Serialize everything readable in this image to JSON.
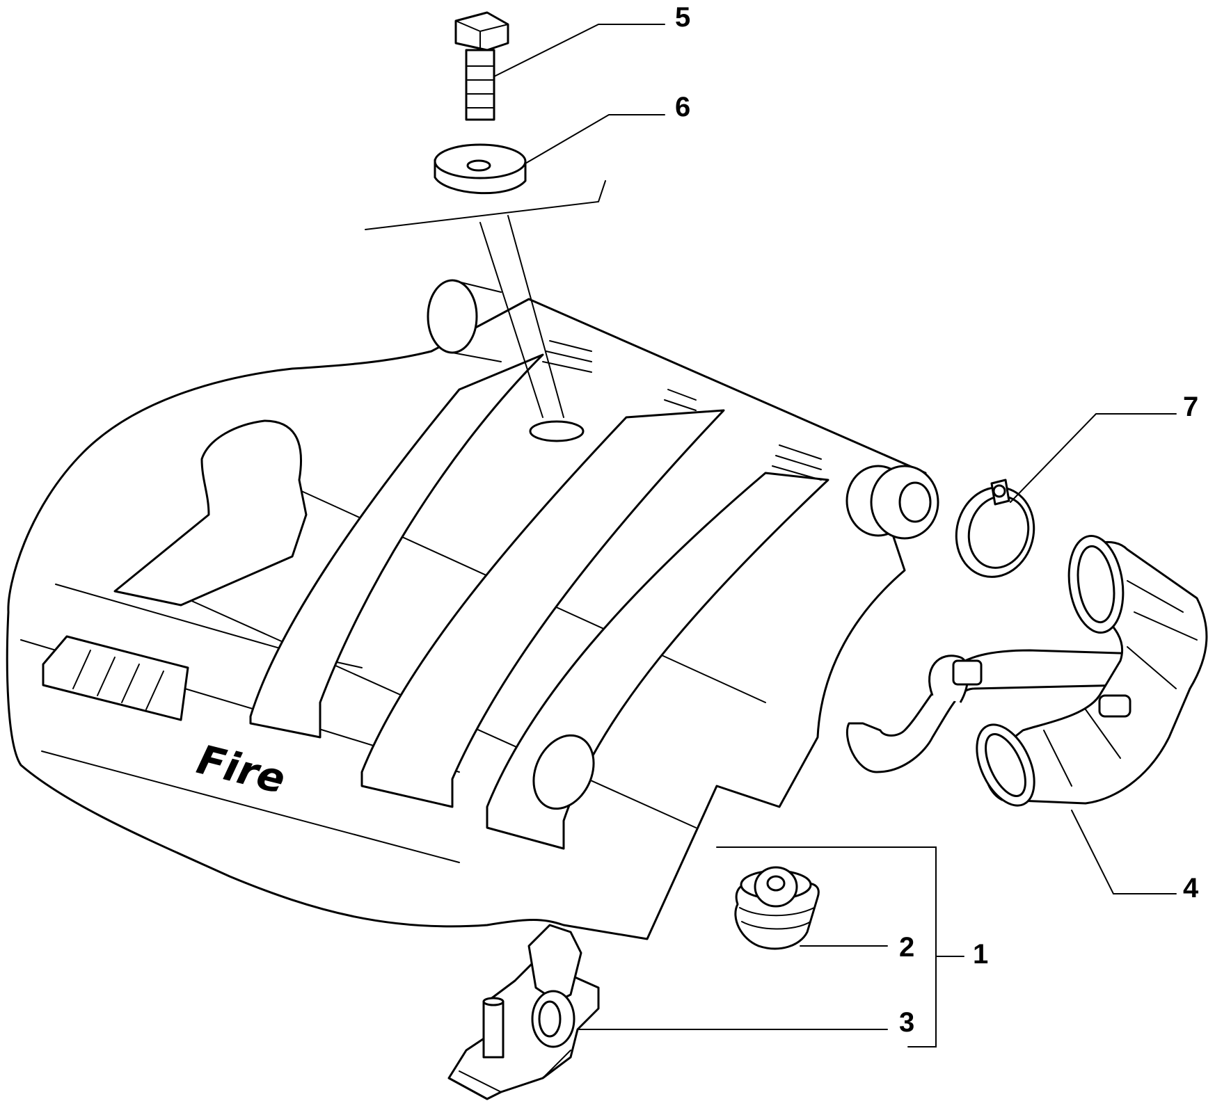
{
  "diagram": {
    "brand_label": "Fire",
    "callouts": [
      {
        "id": "1",
        "label": "1"
      },
      {
        "id": "2",
        "label": "2"
      },
      {
        "id": "3",
        "label": "3"
      },
      {
        "id": "4",
        "label": "4"
      },
      {
        "id": "5",
        "label": "5"
      },
      {
        "id": "6",
        "label": "6"
      },
      {
        "id": "7",
        "label": "7"
      }
    ]
  }
}
